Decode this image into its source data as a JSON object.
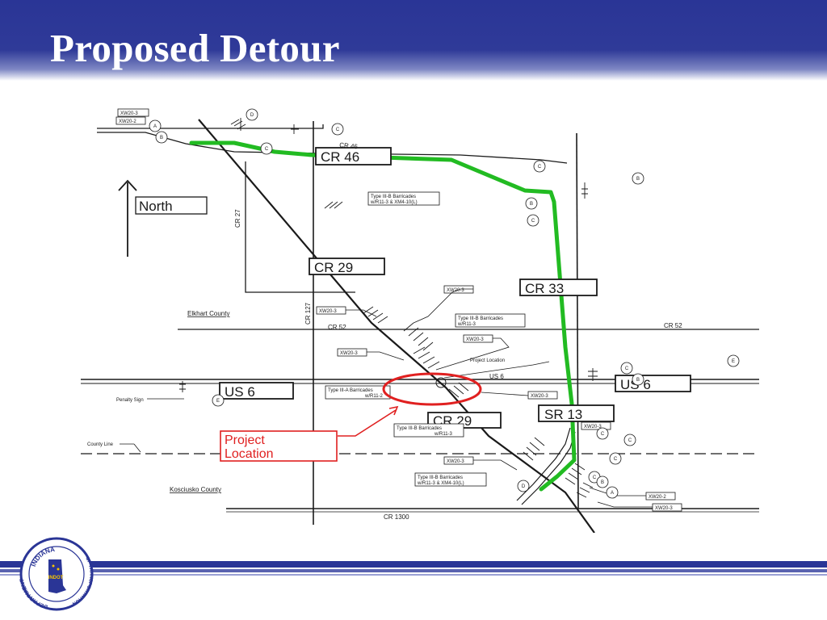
{
  "slide": {
    "title": "Proposed Detour"
  },
  "map": {
    "colors": {
      "detour": "#22bb22",
      "highlight": "#e02020",
      "background": "#ffffff",
      "header": "#2d3897",
      "linework": "#1a1a1a"
    },
    "north_label": "North",
    "roads": {
      "cr46_box": "CR 46",
      "cr46_line": "CR 46",
      "cr27": "CR 27",
      "cr127": "CR 127",
      "cr29_upper": "CR 29",
      "cr29_lower": "CR 29",
      "cr33": "CR 33",
      "cr52_left": "CR 52",
      "cr52_right": "CR 52",
      "us6_left": "US 6",
      "us6_right": "US 6",
      "us6_line": "US 6",
      "sr13": "SR 13",
      "cr1300": "CR 1300"
    },
    "counties": {
      "elkhart": "Elkhart County",
      "kosciusko": "Kosciusko County",
      "county_line": "County Line"
    },
    "signs": {
      "xw20_3": "XW20-3",
      "xw20_2": "XW20-2",
      "marker_a": "A",
      "marker_b": "B",
      "marker_c": "C",
      "marker_d": "D",
      "marker_e": "E",
      "penalty_sign": "Penalty Sign",
      "project_location_note": "Project Location"
    },
    "barricades": {
      "type3b_l1": "Type III-B Barricades",
      "type3b_combo_l2": "w/R11-3 & XM4-10(L)",
      "type3b_r113": "w/R11-3",
      "type3a_l1": "Type III-A Barricades",
      "type3a_l2": "w/R11-2",
      "type3b_partial": "Type III-B Barricades"
    },
    "callout": {
      "line1": "Project",
      "line2": "Location"
    }
  },
  "logo": {
    "top_text": "INDIANA",
    "left_text": "DEPARTMENT",
    "right_text": "OF TRANSPORTATION",
    "center_text": "INDOT"
  }
}
